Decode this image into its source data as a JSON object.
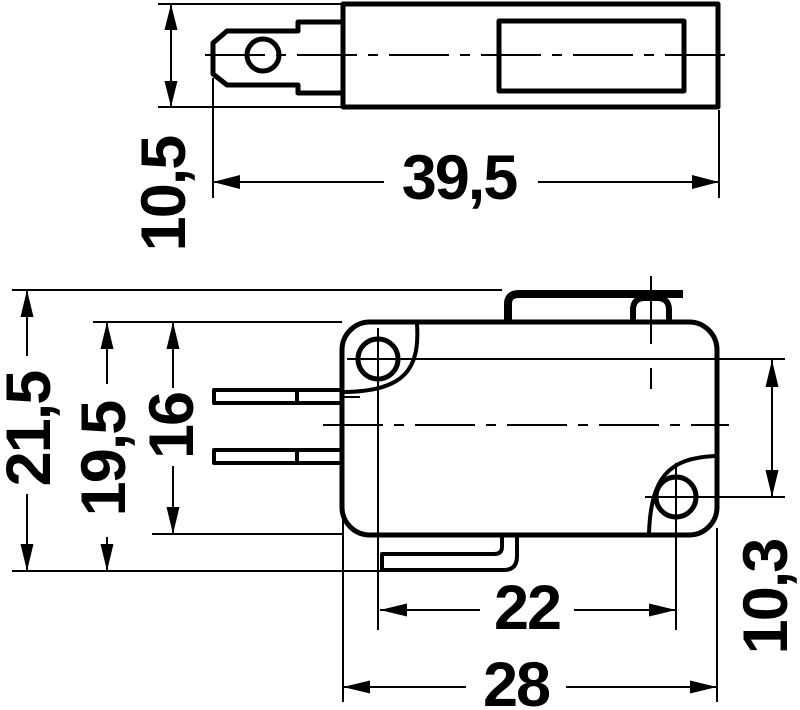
{
  "drawing": {
    "kind": "microswitch-dimension-drawing",
    "colors": {
      "ink": "#000000",
      "background": "#ffffff"
    },
    "views": {
      "top": {
        "label": "top-view",
        "dims": {
          "body_depth": "10,5",
          "overall_length": "39,5"
        }
      },
      "side": {
        "label": "side-view",
        "dims": {
          "overall_height": "21,5",
          "height_to_terminal": "19,5",
          "body_height": "16",
          "hole_vertical_offset": "10,3",
          "hole_spacing": "22",
          "body_length": "28"
        }
      }
    }
  }
}
